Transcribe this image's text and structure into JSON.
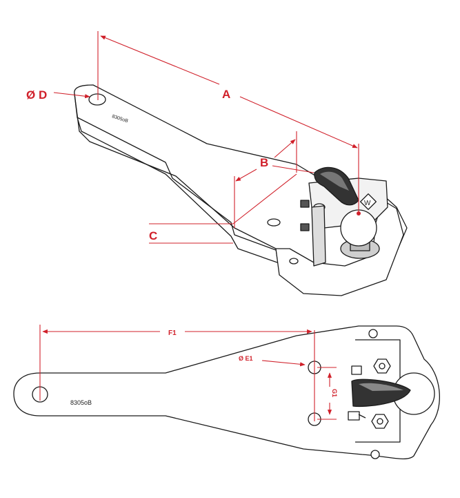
{
  "labels": {
    "d": "Ø D",
    "a": "A",
    "b": "B",
    "c": "C",
    "f1": "F1",
    "e1": "Ø E1",
    "g1": "G1"
  },
  "part_number": "8305oB",
  "colors": {
    "dimension": "#d0202a",
    "outline": "#1a1a1a",
    "background": "#ffffff"
  }
}
